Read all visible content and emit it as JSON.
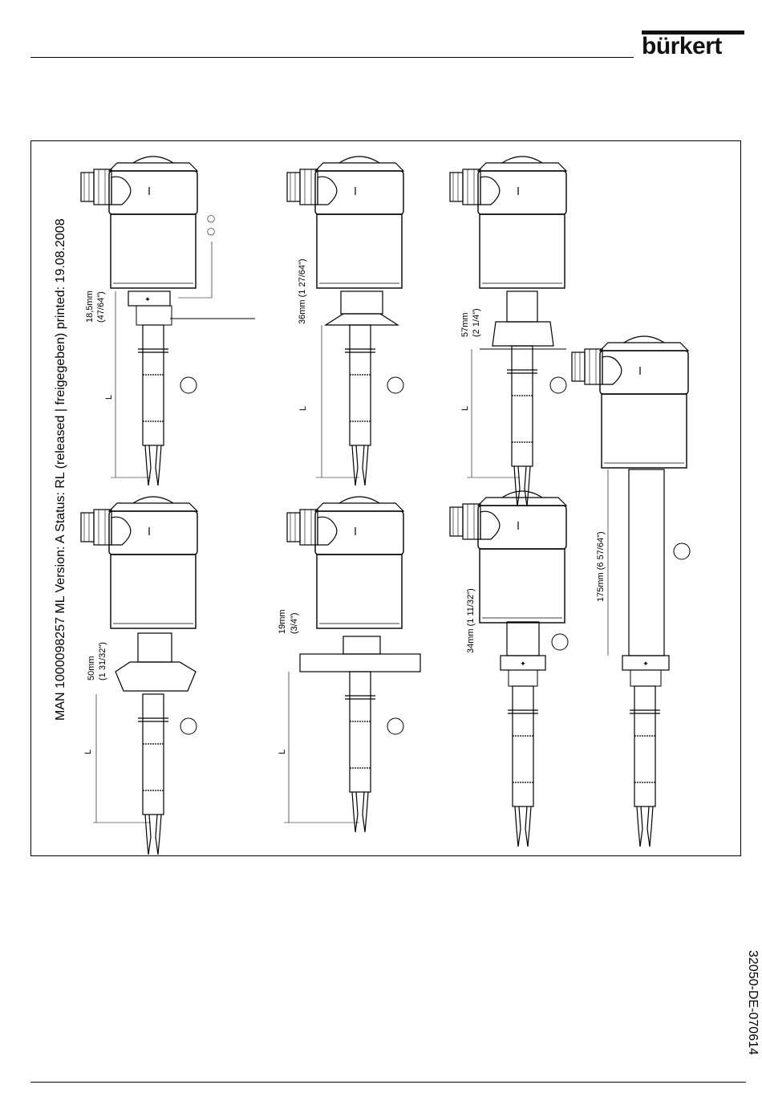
{
  "brand": {
    "name": "bürkert"
  },
  "header": {
    "document_line": "MAN  1000098257  ML  Version: A  Status: RL (released | freigegeben)  printed: 19.08.2008"
  },
  "footer": {
    "document_number": "32050-DE-070614"
  },
  "dimensions": {
    "d1_mm": "18,5mm",
    "d1_in": "(47/64\")",
    "d2": "36mm (1 27/64\")",
    "d3_mm": "57mm",
    "d3_in": "(2 1/4\")",
    "d4_mm": "50mm",
    "d4_in": "(1 31/32\")",
    "d5_mm": "19mm",
    "d5_in": "(3/4\")",
    "d6": "34mm (1 11/32\")",
    "d7": "175mm (6 57/64\")",
    "length_label": "L"
  }
}
